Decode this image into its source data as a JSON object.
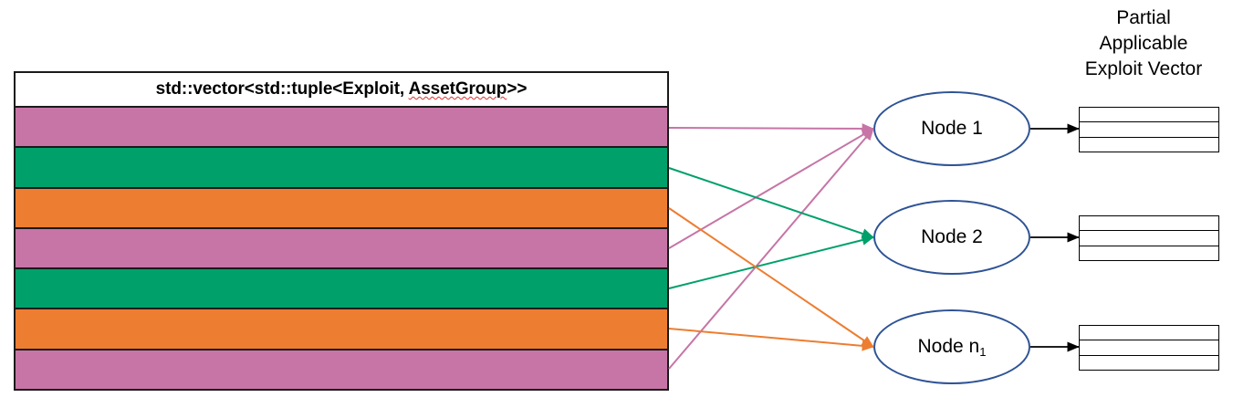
{
  "diagram": {
    "title_visible": false
  },
  "vector_table": {
    "header": {
      "prefix": "std::vector<std::tuple<Exploit, ",
      "misspelled_word": "AssetGroup",
      "suffix": ">>",
      "full_text": "std::vector<std::tuple<Exploit, AssetGroup>>"
    },
    "rows": [
      {
        "index": 1,
        "color": "#C675A6",
        "color_name": "pink",
        "target_node": "Node 1"
      },
      {
        "index": 2,
        "color": "#00A06B",
        "color_name": "green",
        "target_node": "Node 2"
      },
      {
        "index": 3,
        "color": "#ED7D31",
        "color_name": "orange",
        "target_node": "Node n1"
      },
      {
        "index": 4,
        "color": "#C675A6",
        "color_name": "pink",
        "target_node": "Node 1"
      },
      {
        "index": 5,
        "color": "#00A06B",
        "color_name": "green",
        "target_node": "Node 2"
      },
      {
        "index": 6,
        "color": "#ED7D31",
        "color_name": "orange",
        "target_node": "Node n1"
      },
      {
        "index": 7,
        "color": "#C675A6",
        "color_name": "pink",
        "target_node": "Node 1"
      }
    ]
  },
  "nodes": [
    {
      "id": "node-1",
      "label": "Node 1",
      "subscript": "",
      "border_color": "#2E5395"
    },
    {
      "id": "node-2",
      "label": "Node 2",
      "subscript": "",
      "border_color": "#2E5395"
    },
    {
      "id": "node-n",
      "label": "Node n",
      "subscript": "1",
      "border_color": "#2E5395"
    }
  ],
  "output": {
    "caption_lines": [
      "Partial",
      "Applicable",
      "Exploit Vector"
    ],
    "caption_text": "Partial Applicable Exploit Vector",
    "box_count": 3,
    "cells_per_box": 3,
    "cell_values": [
      "",
      "",
      ""
    ]
  },
  "edges": [
    {
      "from_row": 1,
      "to_node": "node-1",
      "color": "#C675A6"
    },
    {
      "from_row": 4,
      "to_node": "node-1",
      "color": "#C675A6"
    },
    {
      "from_row": 7,
      "to_node": "node-1",
      "color": "#C675A6"
    },
    {
      "from_row": 2,
      "to_node": "node-2",
      "color": "#00A06B"
    },
    {
      "from_row": 5,
      "to_node": "node-2",
      "color": "#00A06B"
    },
    {
      "from_row": 3,
      "to_node": "node-n",
      "color": "#ED7D31"
    },
    {
      "from_row": 6,
      "to_node": "node-n",
      "color": "#ED7D31"
    },
    {
      "from_row": null,
      "to_node": "paev-1",
      "color": "#000000"
    },
    {
      "from_row": null,
      "to_node": "paev-2",
      "color": "#000000"
    },
    {
      "from_row": null,
      "to_node": "paev-3",
      "color": "#000000"
    }
  ],
  "palette": {
    "pink": "#C675A6",
    "green": "#00A06B",
    "orange": "#ED7D31",
    "node_border": "#2E5395",
    "outline": "#1a1a1a",
    "background": "#FFFFFF"
  }
}
